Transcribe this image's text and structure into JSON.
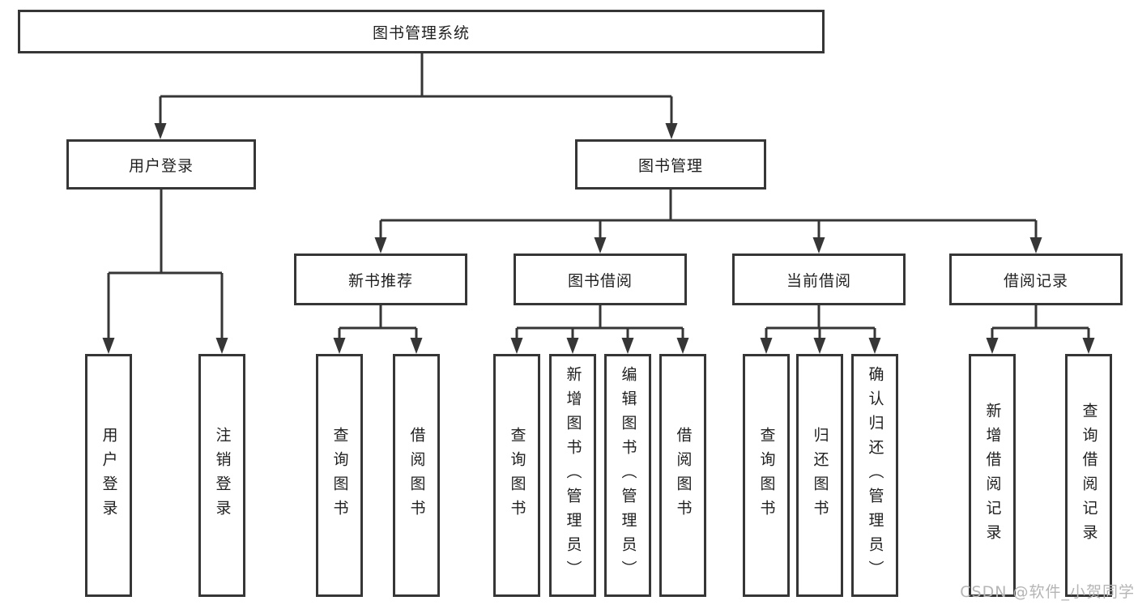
{
  "tree": {
    "root": {
      "label": "图书管理系统"
    },
    "user_login": {
      "label": "用户登录",
      "children": [
        "用户登录",
        "注销登录"
      ]
    },
    "book_mgmt": {
      "label": "图书管理"
    },
    "new_book_rec": {
      "label": "新书推荐",
      "children": [
        "查询图书",
        "借阅图书"
      ]
    },
    "book_borrow": {
      "label": "图书借阅",
      "children": [
        "查询图书",
        "新增图书（管理员）",
        "编辑图书（管理员）",
        "借阅图书"
      ]
    },
    "current_borrow": {
      "label": "当前借阅",
      "children": [
        "查询图书",
        "归还图书",
        "确认归还（管理员）"
      ]
    },
    "borrow_records": {
      "label": "借阅记录",
      "children": [
        "新增借阅记录",
        "查询借阅记录"
      ]
    }
  },
  "watermark": {
    "text": "CSDN @软件_小贺同学"
  },
  "colors": {
    "line": "#363636",
    "text": "#1f1f1f",
    "watermark": "#b5b5b5",
    "background": "#ffffff"
  }
}
